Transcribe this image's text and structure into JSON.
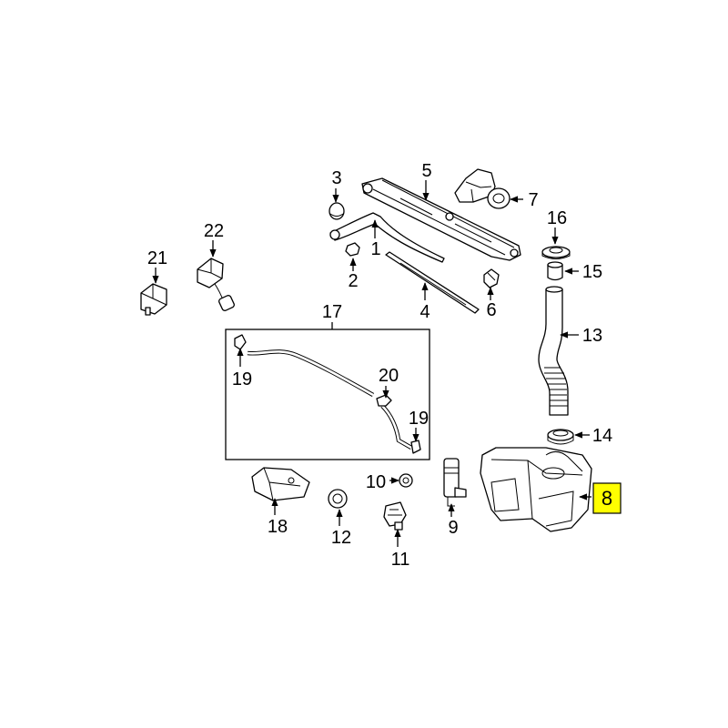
{
  "callouts": {
    "c1": "1",
    "c2": "2",
    "c3": "3",
    "c4": "4",
    "c5": "5",
    "c6": "6",
    "c7": "7",
    "c8": "8",
    "c9": "9",
    "c10": "10",
    "c11": "11",
    "c12": "12",
    "c13": "13",
    "c14": "14",
    "c15": "15",
    "c16": "16",
    "c17": "17",
    "c18": "18",
    "c19a": "19",
    "c19b": "19",
    "c20": "20",
    "c21": "21",
    "c22": "22"
  },
  "colors": {
    "highlight": "#ffff00",
    "line": "#000000",
    "background": "#ffffff"
  },
  "highlighted_part": "8"
}
